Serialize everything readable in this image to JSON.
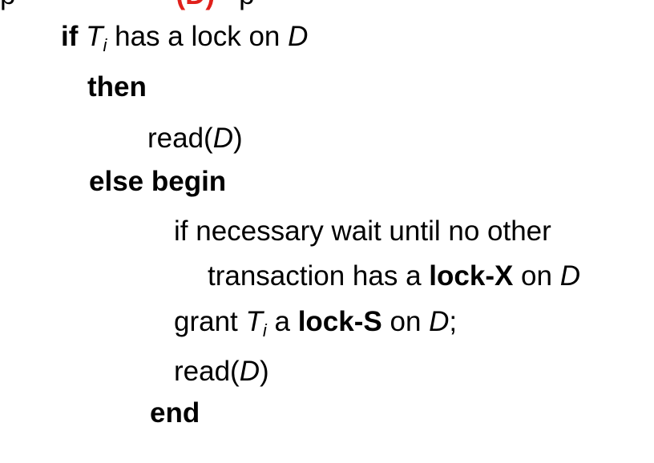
{
  "top_fragment": {
    "left": "p",
    "red": "(D)",
    "right": "p"
  },
  "lines": {
    "l1": {
      "kw": "if",
      "T": "T",
      "sub": "i",
      "rest1": " has a lock on ",
      "D": "D"
    },
    "l2": {
      "kw": "then"
    },
    "l3": {
      "pre": "read(",
      "D": "D",
      "post": ")"
    },
    "l4": {
      "kw": "else begin"
    },
    "l5": {
      "text": "if necessary wait until no other"
    },
    "l6": {
      "pre": "transaction has a ",
      "kw": "lock-X",
      "mid": " on ",
      "D": "D"
    },
    "l7": {
      "pre": "grant ",
      "T": "T",
      "sub": "i",
      "mid1": " a  ",
      "kw": "lock-S",
      "mid2": " on ",
      "D": "D",
      "post": ";"
    },
    "l8": {
      "pre": "read(",
      "D": "D",
      "post": ")"
    },
    "l9": {
      "kw": "end"
    }
  }
}
